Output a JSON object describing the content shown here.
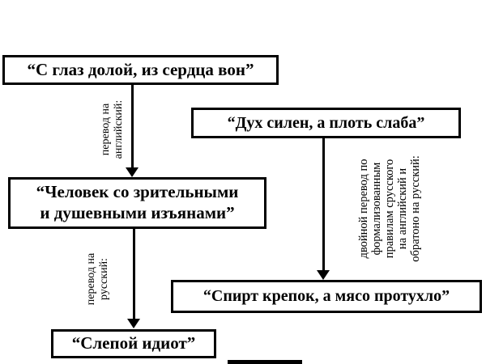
{
  "canvas": {
    "background": "#ffffff",
    "ink": "#000000"
  },
  "nodes": {
    "source_left": {
      "text": "“С глаз долой, из сердца вон”"
    },
    "intermediate": {
      "line1": "“Человек со зрительными",
      "line2": "и душевными изъянами”"
    },
    "result_left": {
      "text": "“Слепой идиот”"
    },
    "source_right": {
      "text": "“Дух силен, а плоть слаба”"
    },
    "result_right": {
      "text": "“Спирт крепок, а мясо протухло”"
    }
  },
  "arrow_labels": {
    "to_english": {
      "line1": "перевод на",
      "line2": "английский:"
    },
    "to_russian": {
      "line1": "перевод на",
      "line2": "русский:"
    },
    "double_translation": {
      "line1": "двойной перевод по",
      "line2": "формализованным",
      "line3": "правилам срусского",
      "line4": "на английский и",
      "line5": "обратоно на русский:"
    }
  }
}
